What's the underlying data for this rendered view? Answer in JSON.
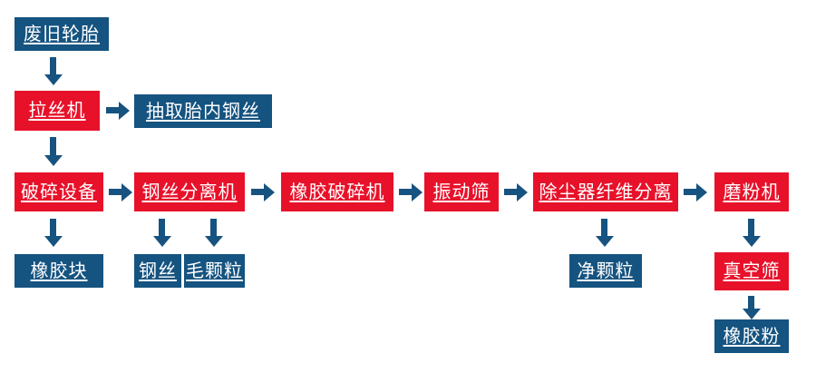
{
  "colors": {
    "red": "#e8112a",
    "navy": "#155380",
    "arrow": "#175380",
    "text": "#ffffff",
    "background": "#ffffff"
  },
  "nodes": {
    "waste_tires": {
      "label": "废旧轮胎",
      "color": "navy"
    },
    "wire_drawing_machine": {
      "label": "拉丝机",
      "color": "red"
    },
    "extract_inner_wire": {
      "label": "抽取胎内钢丝",
      "color": "navy"
    },
    "crushing_equipment": {
      "label": "破碎设备",
      "color": "red"
    },
    "rubber_block": {
      "label": "橡胶块",
      "color": "navy"
    },
    "wire_separator": {
      "label": "钢丝分离机",
      "color": "red"
    },
    "steel_wire": {
      "label": "钢丝",
      "color": "navy"
    },
    "rough_granules": {
      "label": "毛颗粒",
      "color": "navy"
    },
    "rubber_crusher": {
      "label": "橡胶破碎机",
      "color": "red"
    },
    "vibrating_screen": {
      "label": "振动筛",
      "color": "red"
    },
    "dust_fiber_separator": {
      "label": "除尘器纤维分离",
      "color": "red"
    },
    "clean_granules": {
      "label": "净颗粒",
      "color": "navy"
    },
    "grinding_machine": {
      "label": "磨粉机",
      "color": "red"
    },
    "vacuum_screen": {
      "label": "真空筛",
      "color": "red"
    },
    "rubber_powder": {
      "label": "橡胶粉",
      "color": "navy"
    }
  },
  "edges": [
    {
      "from": "waste_tires",
      "to": "wire_drawing_machine",
      "direction": "down"
    },
    {
      "from": "wire_drawing_machine",
      "to": "extract_inner_wire",
      "direction": "right"
    },
    {
      "from": "wire_drawing_machine",
      "to": "crushing_equipment",
      "direction": "down"
    },
    {
      "from": "crushing_equipment",
      "to": "wire_separator",
      "direction": "right"
    },
    {
      "from": "crushing_equipment",
      "to": "rubber_block",
      "direction": "down"
    },
    {
      "from": "wire_separator",
      "to": "steel_wire",
      "direction": "down"
    },
    {
      "from": "wire_separator",
      "to": "rough_granules",
      "direction": "down"
    },
    {
      "from": "wire_separator",
      "to": "rubber_crusher",
      "direction": "right"
    },
    {
      "from": "rubber_crusher",
      "to": "vibrating_screen",
      "direction": "right"
    },
    {
      "from": "vibrating_screen",
      "to": "dust_fiber_separator",
      "direction": "right"
    },
    {
      "from": "dust_fiber_separator",
      "to": "clean_granules",
      "direction": "down"
    },
    {
      "from": "dust_fiber_separator",
      "to": "grinding_machine",
      "direction": "right"
    },
    {
      "from": "grinding_machine",
      "to": "vacuum_screen",
      "direction": "down"
    },
    {
      "from": "vacuum_screen",
      "to": "rubber_powder",
      "direction": "down"
    }
  ]
}
